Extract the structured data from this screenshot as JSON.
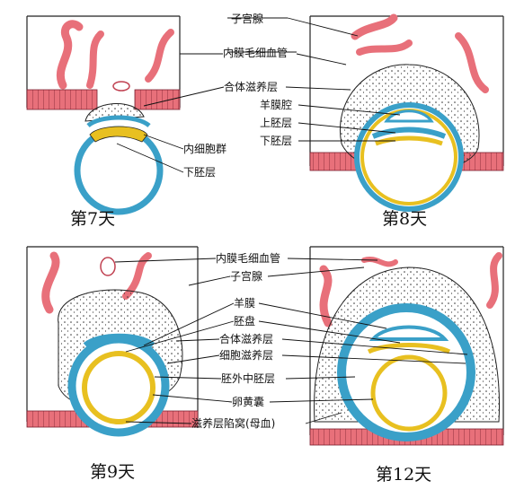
{
  "labels": {
    "top": {
      "uterine_gland": "子宫腺",
      "endometrial_capillary": "内膜毛细血管",
      "syncytiotrophoblast": "合体滋养层",
      "amniotic_cavity": "羊膜腔",
      "epiblast": "上胚层",
      "hypoblast_right": "下胚层",
      "inner_cell_mass": "内细胞群",
      "hypoblast_left": "下胚层"
    },
    "bottom": {
      "endometrial_capillary": "内膜毛细血管",
      "uterine_gland": "子宫腺",
      "amnion": "羊膜",
      "embryonic_disc": "胚盘",
      "syncytiotrophoblast": "合体滋养层",
      "cytotrophoblast": "细胞滋养层",
      "extraembryonic_mesoderm": "胚外中胚层",
      "yolk_sac": "卵黄囊",
      "lacunae": "滋养层陷窝(母血)"
    }
  },
  "captions": {
    "day7": "第7天",
    "day8": "第8天",
    "day9": "第9天",
    "day12": "第12天"
  },
  "colors": {
    "epithelium": "#e8707a",
    "blue_layer": "#3aa0c8",
    "yellow_layer": "#e8c020",
    "frame": "#222222",
    "stroma_dots": "#333333"
  }
}
